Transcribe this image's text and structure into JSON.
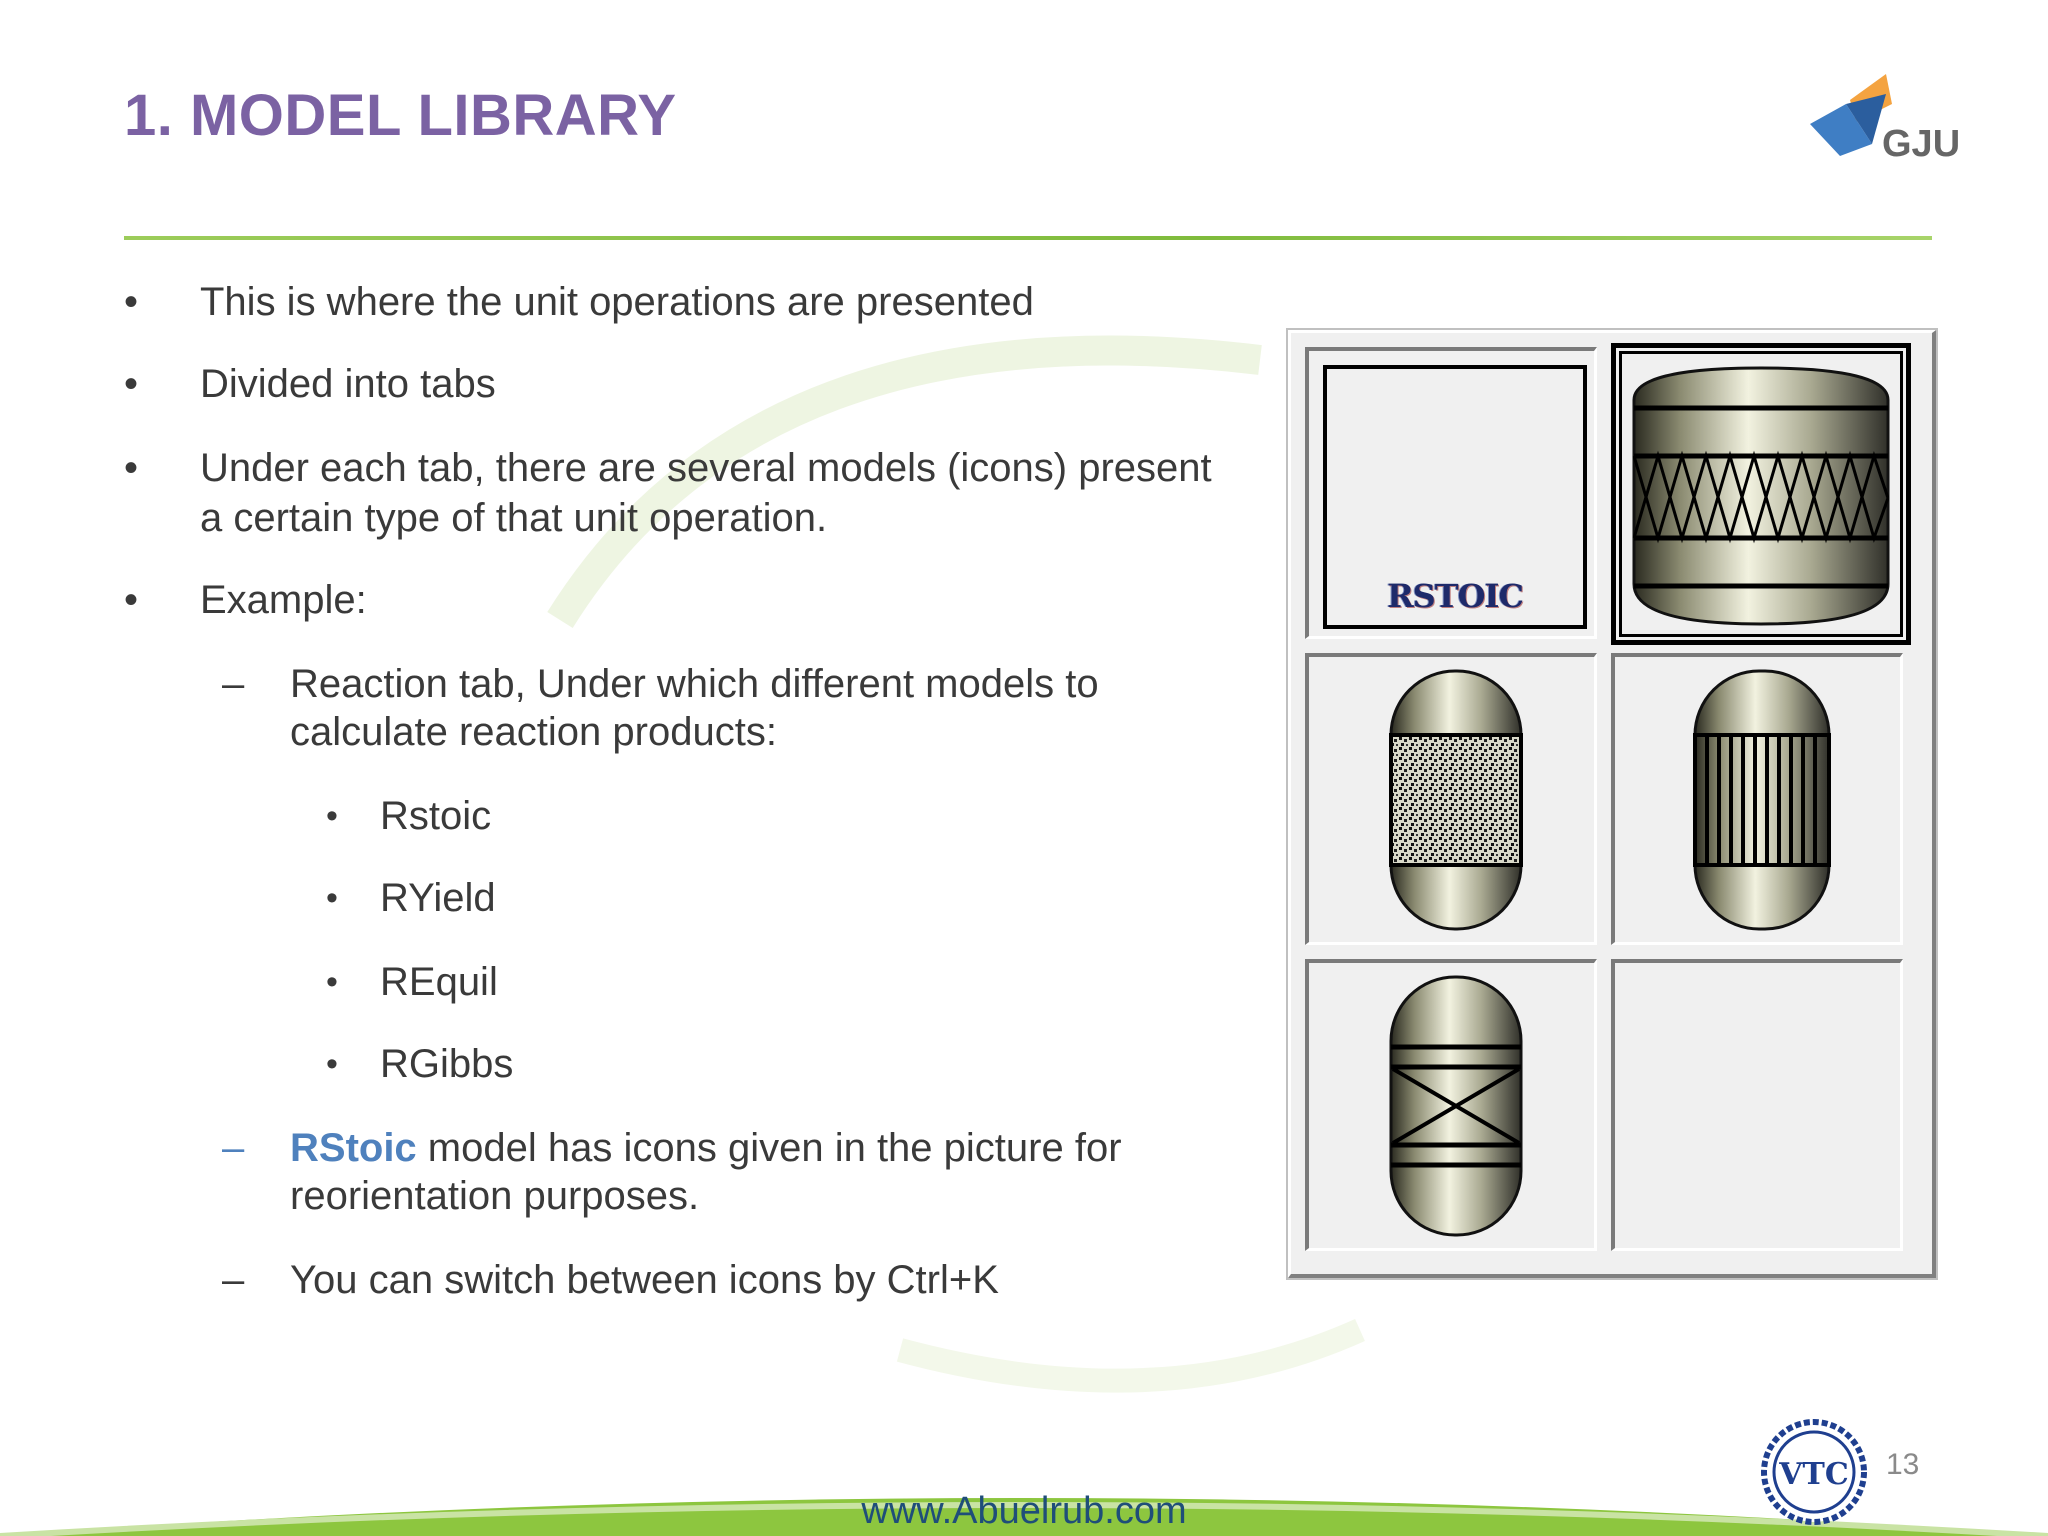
{
  "slide": {
    "title": "1. MODEL LIBRARY",
    "page_number": "13",
    "footer_url": "www.Abuelrub.com"
  },
  "logos": {
    "top_right": "GJU",
    "bottom_right": "VTC"
  },
  "bullets": {
    "b1": "This is where the unit operations are presented",
    "b2": "Divided into tabs",
    "b3_line1": "Under each tab, there are several models (icons) present",
    "b3_line2": "a certain type of that unit operation.",
    "b4": "Example:",
    "sub1_line1": "Reaction tab, Under which different models to",
    "sub1_line2": "calculate reaction products:",
    "models": [
      "Rstoic",
      "RYield",
      "REquil",
      "RGibbs"
    ],
    "sub2_highlight": "RStoic",
    "sub2_line1_rest": " model has icons given in the picture for",
    "sub2_line2": "reorientation purposes.",
    "sub3": "You can switch between icons by Ctrl+K"
  },
  "palette": {
    "cells": [
      {
        "icon": "rstoic-block-icon",
        "label": "RSTOIC"
      },
      {
        "icon": "reactor-cross-hatch-icon",
        "selected": true
      },
      {
        "icon": "reactor-packed-icon"
      },
      {
        "icon": "reactor-tubular-icon"
      },
      {
        "icon": "reactor-x-icon"
      },
      {
        "icon": "empty"
      }
    ]
  },
  "colors": {
    "title": "#7b62a3",
    "accent_blue": "#4f81bd",
    "rule_green": "#7fbb3c"
  }
}
